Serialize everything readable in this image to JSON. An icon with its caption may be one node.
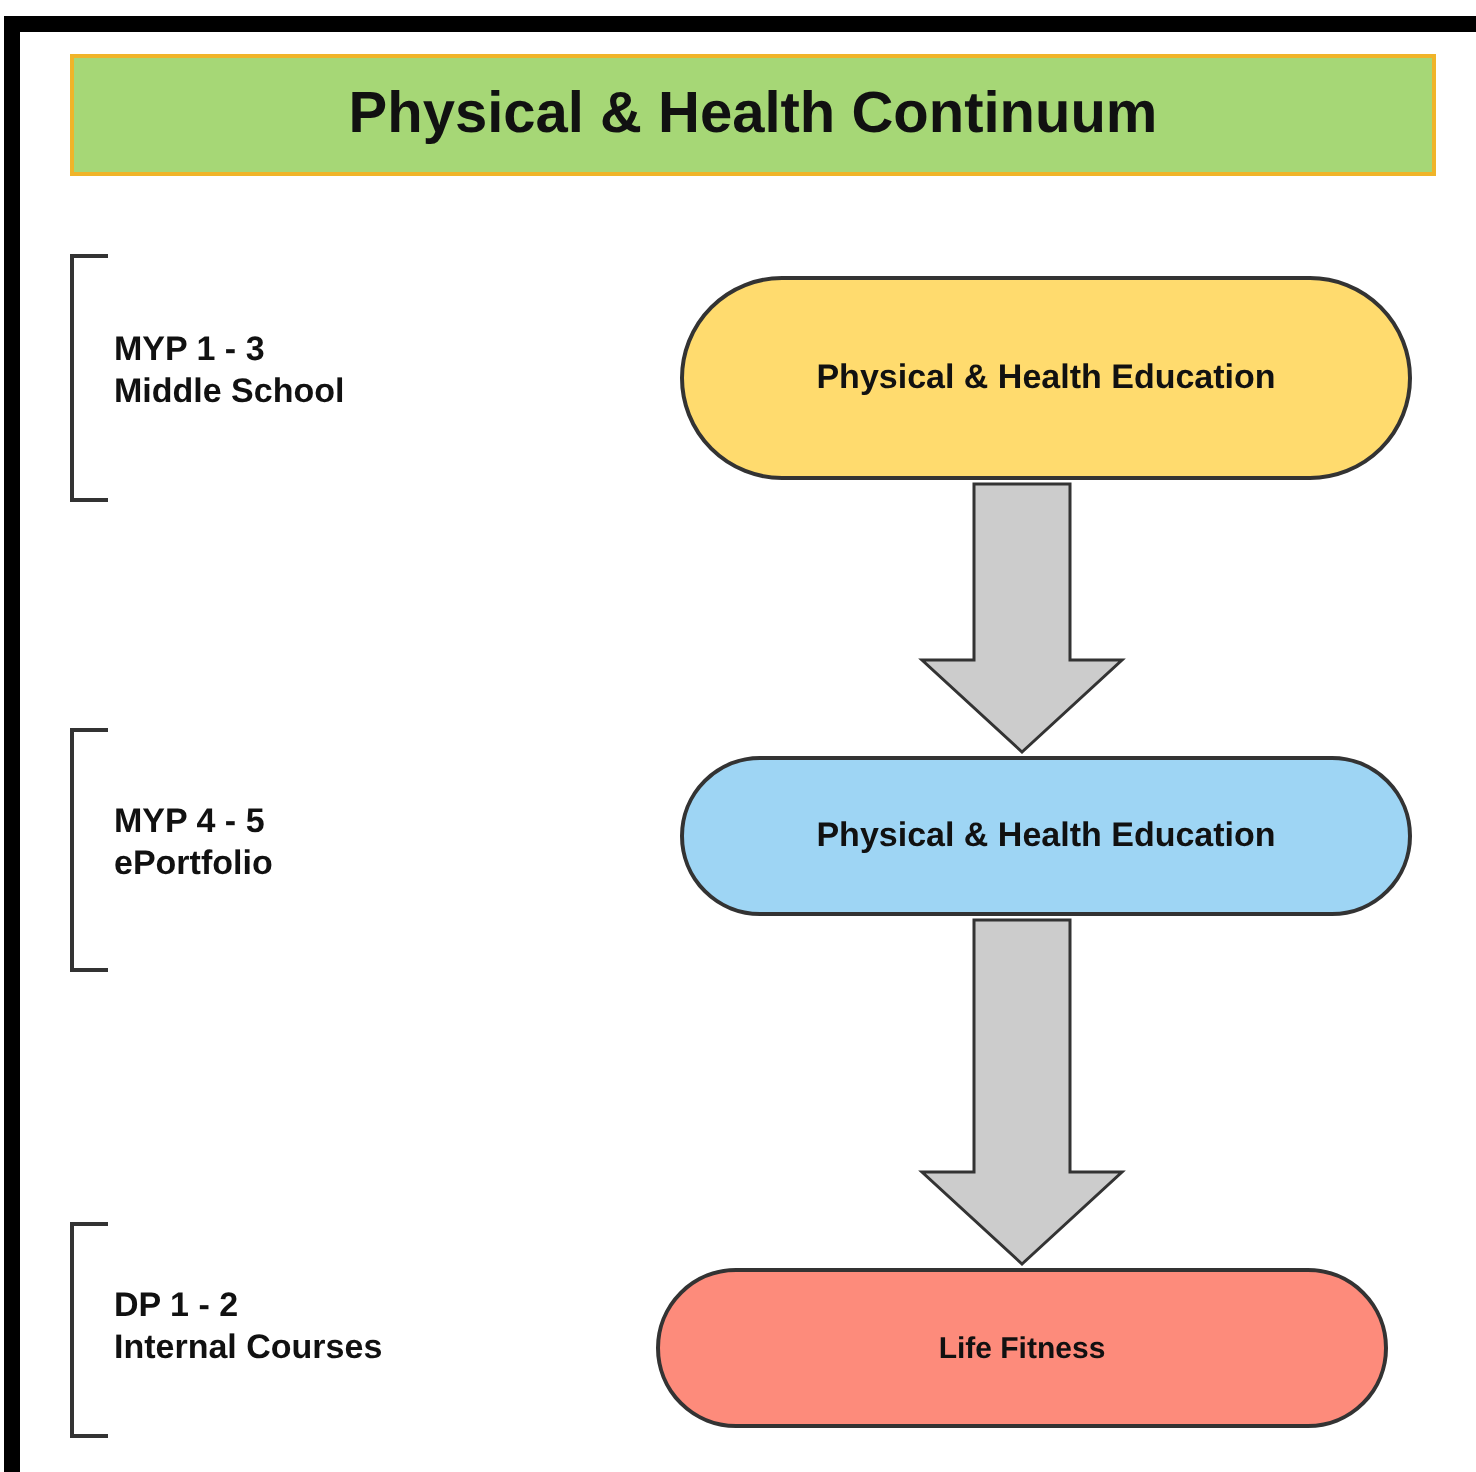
{
  "diagram": {
    "title": "Physical & Health Continuum",
    "nodes": [
      {
        "text": [
          "Physical & Health Education"
        ]
      },
      {
        "text": [
          "Physical & Health Education"
        ]
      },
      {
        "text": [
          "Life Fitness"
        ]
      }
    ],
    "edges": [
      {
        "from": 0,
        "to": 1,
        "arrow": "to"
      },
      {
        "from": 1,
        "to": 2,
        "arrow": "to"
      }
    ],
    "labels": [
      "MYP 1 - 3",
      "Middle School",
      "MYP 4 - 5",
      "ePortfolio",
      "DP 1 - 2",
      "Internal Courses"
    ]
  }
}
